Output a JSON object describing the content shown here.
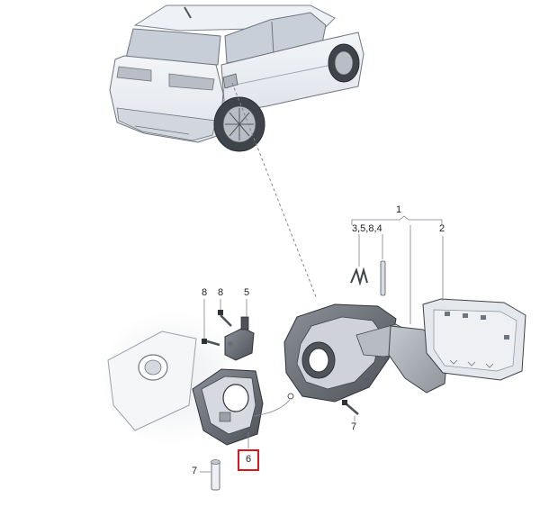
{
  "callouts": {
    "c1": "1",
    "c2": "2",
    "c3584": "3,5,8,4",
    "c8a": "8",
    "c8b": "8",
    "c5": "5",
    "c6": "6",
    "c7a": "7",
    "c7b": "7"
  },
  "highlight": {
    "label": "6",
    "color": "#e0141e"
  }
}
